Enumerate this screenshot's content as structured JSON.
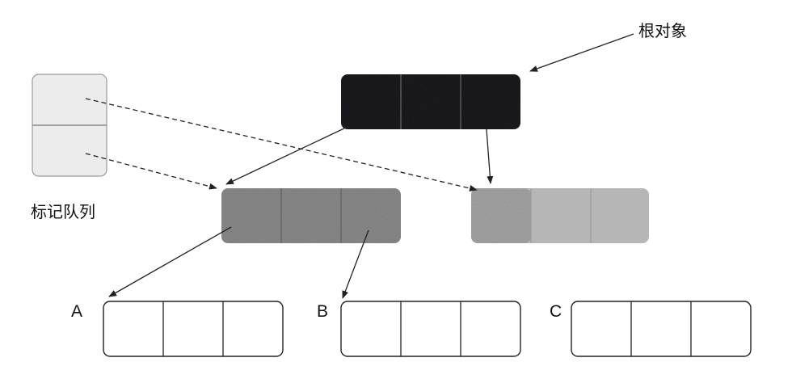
{
  "labels": {
    "root_object": "根对象",
    "mark_queue": "标记队列",
    "node_a": "A",
    "node_b": "B",
    "node_c": "C"
  },
  "colors": {
    "root_fill": "#1b1b1f",
    "gray_fill": "#8a8a8a",
    "light_gray_fill": "#b6b6b6",
    "queue_fill": "#ececec",
    "white_fill": "#ffffff",
    "line": "#222222"
  }
}
